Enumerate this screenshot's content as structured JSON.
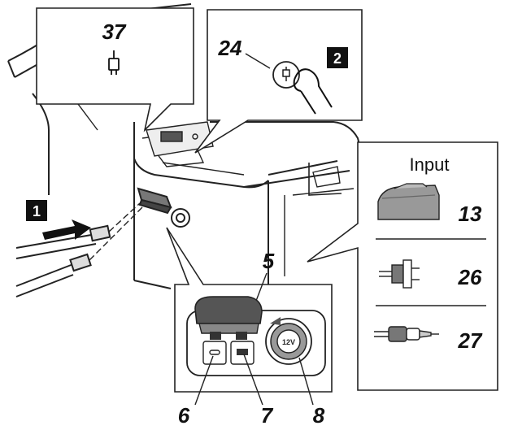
{
  "callouts": {
    "top_left": "37",
    "top_right": "24",
    "port_block": "5",
    "usb_c": "6",
    "usb_a": "7",
    "socket_12v": "8"
  },
  "steps": {
    "step1": "1",
    "step2": "2"
  },
  "input_panel": {
    "title": "Input",
    "items": [
      {
        "ref": "13",
        "icon": "battery-pack-icon"
      },
      {
        "ref": "26",
        "icon": "ac-plug-adapter-icon"
      },
      {
        "ref": "27",
        "icon": "car-plug-adapter-icon"
      }
    ]
  },
  "socket_label": "12V"
}
